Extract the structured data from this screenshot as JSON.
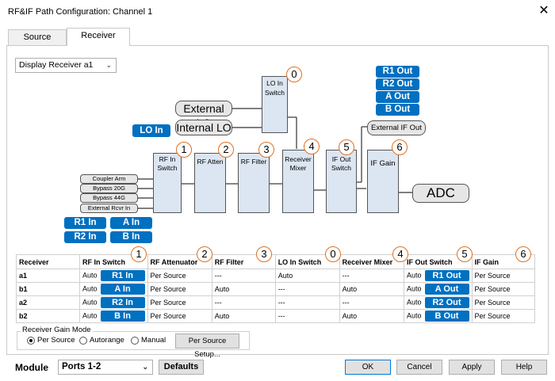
{
  "window": {
    "title": "RF&IF Path Configuration: Channel 1",
    "close_label": "✕"
  },
  "tabs": [
    {
      "label": "Source",
      "active": false
    },
    {
      "label": "Receiver",
      "active": true
    }
  ],
  "display_select": {
    "value": "Display Receiver a1"
  },
  "diagram": {
    "outputs": [
      "R1 Out",
      "R2 Out",
      "A Out",
      "B Out"
    ],
    "lo_in_switch": {
      "label_line1": "LO In",
      "label_line2": "Switch",
      "number": "0"
    },
    "external_lo": "External LO",
    "internal_lo": "Internal LO",
    "lo_in_tag": "LO In",
    "external_if_out": "External IF Out",
    "rf_in_switch": {
      "label_line1": "RF In",
      "label_line2": "Switch",
      "number": "1"
    },
    "rf_atten": {
      "label": "RF Atten",
      "number": "2"
    },
    "rf_filter": {
      "label": "RF Filter",
      "number": "3"
    },
    "receiver_mixer": {
      "label_line1": "Receiver",
      "label_line2": "Mixer",
      "number": "4"
    },
    "if_out_switch": {
      "label_line1": "IF Out",
      "label_line2": "Switch",
      "number": "5"
    },
    "if_gain": {
      "label": "IF Gain",
      "number": "6"
    },
    "adc": "ADC",
    "inputs_small": [
      "Coupler Arm",
      "Bypass 20G",
      "Bypass 44G",
      "External Rcvr In"
    ],
    "input_tags": [
      "R1 In",
      "A In",
      "R2 In",
      "B In"
    ]
  },
  "table": {
    "headers": [
      "Receiver",
      "RF In Switch",
      "RF Attenuator",
      "RF Filter",
      "LO In Switch",
      "Receiver Mixer",
      "IF Out Switch",
      "IF Gain"
    ],
    "header_numbers": [
      "1",
      "2",
      "3",
      "0",
      "4",
      "5",
      "6"
    ],
    "rows": [
      {
        "name": "a1",
        "rf_in": "Auto",
        "rf_in_tag": "R1 In",
        "atten": "Per Source",
        "filter": "---",
        "lo_in": "Auto",
        "mixer": "---",
        "if_out": "Auto",
        "if_out_tag": "R1 Out",
        "if_gain": "Per Source"
      },
      {
        "name": "b1",
        "rf_in": "Auto",
        "rf_in_tag": "A In",
        "atten": "Per Source",
        "filter": "Auto",
        "lo_in": "---",
        "mixer": "Auto",
        "if_out": "Auto",
        "if_out_tag": "A Out",
        "if_gain": "Per Source"
      },
      {
        "name": "a2",
        "rf_in": "Auto",
        "rf_in_tag": "R2 In",
        "atten": "Per Source",
        "filter": "---",
        "lo_in": "---",
        "mixer": "---",
        "if_out": "Auto",
        "if_out_tag": "R2 Out",
        "if_gain": "Per Source"
      },
      {
        "name": "b2",
        "rf_in": "Auto",
        "rf_in_tag": "B In",
        "atten": "Per Source",
        "filter": "Auto",
        "lo_in": "---",
        "mixer": "Auto",
        "if_out": "Auto",
        "if_out_tag": "B Out",
        "if_gain": "Per Source"
      }
    ]
  },
  "gain_mode": {
    "label": "Receiver Gain Mode",
    "options": [
      "Per Source",
      "Autorange",
      "Manual"
    ],
    "selected": "Per Source",
    "setup_button": "Per Source Setup..."
  },
  "footer": {
    "module_label": "Module",
    "module_value": "Ports 1-2",
    "defaults": "Defaults",
    "ok": "OK",
    "cancel": "Cancel",
    "apply": "Apply",
    "help": "Help"
  },
  "colors": {
    "accent_blue": "#0070c0",
    "block_fill": "#dce6f2",
    "marker_orange": "#e07020"
  }
}
